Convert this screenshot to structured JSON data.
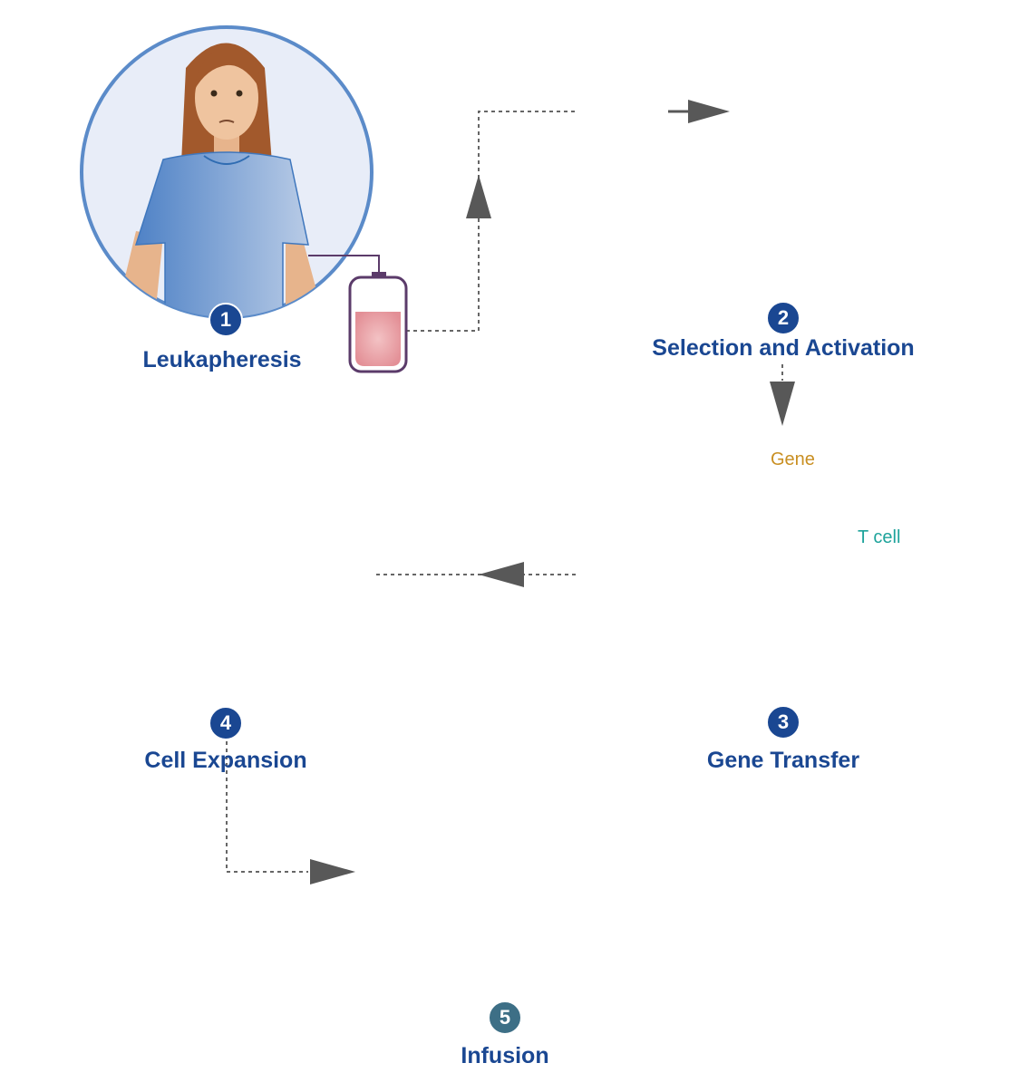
{
  "steps": [
    {
      "number": "1",
      "label": "Leukapheresis"
    },
    {
      "number": "2",
      "label": "Selection and Activation"
    },
    {
      "number": "3",
      "label": "Gene Transfer"
    },
    {
      "number": "4",
      "label": "Cell Expansion"
    },
    {
      "number": "5",
      "label": "Infusion"
    }
  ],
  "annotations": {
    "gene": "Gene",
    "t_cell": "T cell"
  },
  "colors": {
    "circle_stroke": "#5b8bc9",
    "circle_fill": "#e8edf8",
    "label_text": "#1a4792",
    "badge_fill": "#1a4792",
    "badge_fill_5": "#3d6f86",
    "gown": "#6f9ad0",
    "cell": "#8fd1d0",
    "nucleus": "#1fa7a7",
    "gene": "#d9a62a",
    "t_cell_text": "#1ea39b",
    "blood": "#e89aa0",
    "arrow": "#555555"
  },
  "icons": {
    "patient_1": "woman-patient-icon",
    "blood_bag": "blood-bag-icon",
    "cell_mix": "mixed-cells-icon",
    "separation_column": "separation-column-icon",
    "dna_magnifier": "dna-circuit-icon",
    "t_cell": "t-cell-icon",
    "gene": "gene-capsule-icon",
    "expanded_cells": "expanded-t-cells-icon",
    "patient_5": "woman-patient-icon",
    "iv_bag": "iv-bag-icon"
  }
}
